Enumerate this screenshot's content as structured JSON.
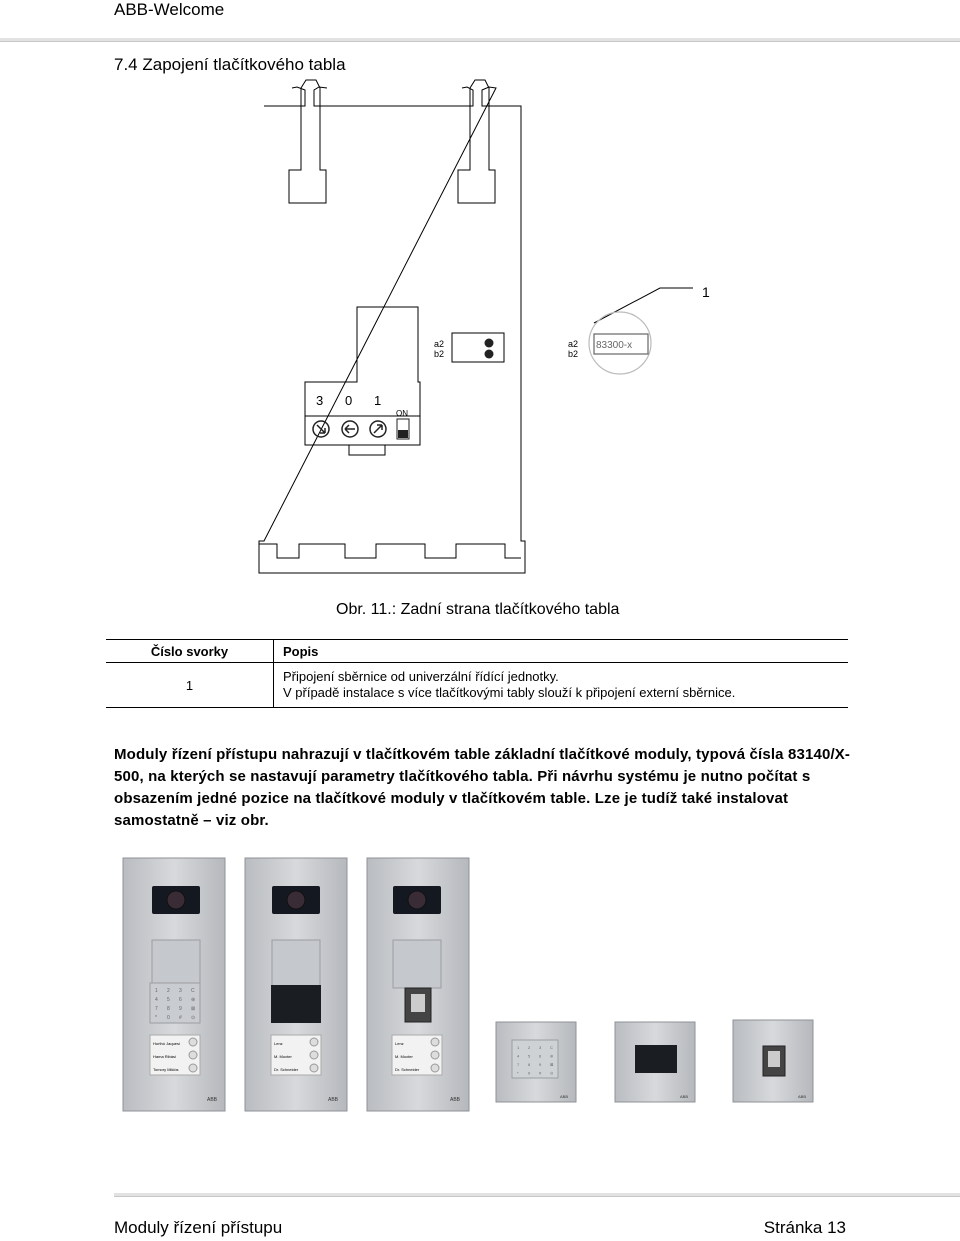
{
  "header": {
    "title": "ABB-Welcome"
  },
  "section": {
    "heading": "7.4 Zapojení tlačítkového tabla"
  },
  "diagram": {
    "switch_labels": [
      "3",
      "0",
      "1"
    ],
    "switch_on": "ON",
    "terminal_labels": [
      "a2",
      "b2"
    ],
    "module_label": "83300-x",
    "callout": "1"
  },
  "figure": {
    "caption": "Obr. 11.: Zadní strana tlačítkového tabla"
  },
  "table": {
    "headers": [
      "Číslo svorky",
      "Popis"
    ],
    "rows": [
      {
        "number": "1",
        "line1": "Připojení sběrnice od univerzální řídící jednotky.",
        "line2": "V případě instalace s více tlačítkovými tably slouží k připojení externí sběrnice."
      }
    ]
  },
  "paragraph": "Moduly řízení přístupu nahrazují v tlačítkovém table základní tlačítkové moduly, typová čísla 83140/X-500, na kterých se nastavují parametry tlačítkového tabla. Při návrhu systému je nutno počítat s obsazením jedné pozice na tlačítkové moduly v tlačítkovém table. Lze je tudíž také instalovat samostatně – viz obr.",
  "photos": {
    "brand": "ABB",
    "panel_1_names": [
      "Horthó Jaquesi",
      "Hama Ribási",
      "Tomory Miklós"
    ],
    "panel_2_names": [
      "Lenz",
      "M. Muxter",
      "Dr. Schneider"
    ],
    "panel_3_names": [
      "Lenz",
      "M. Muxter",
      "Dr. Schneider"
    ],
    "keypad_keys": [
      "1",
      "2 ABC",
      "3 DEF",
      "C",
      "4 GHI",
      "5 JKL",
      "6 MNO",
      "⊛",
      "7 PQRS",
      "8 TUV",
      "9 WXYZ",
      "⊠",
      "*",
      "0",
      "#",
      "⊙"
    ]
  },
  "footer": {
    "left": "Moduly řízení přístupu",
    "right": "Stránka 13"
  }
}
